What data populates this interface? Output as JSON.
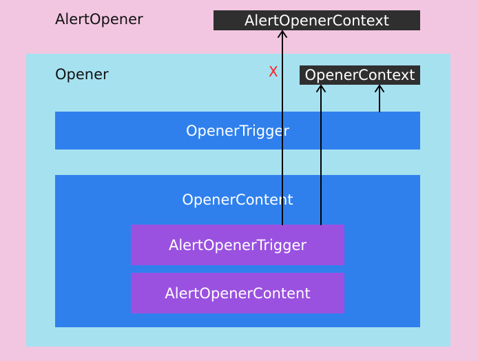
{
  "colors": {
    "background": "#f2c6e0",
    "opener_background": "#a6e1f0",
    "blue": "#2f80ed",
    "purple": "#9b51e0",
    "context_dark": "#2f2f2f",
    "blocked_marker": "#ff2020"
  },
  "alert_opener": {
    "label": "AlertOpener",
    "context_label": "AlertOpenerContext"
  },
  "opener": {
    "label": "Opener",
    "context_label": "OpenerContext",
    "blocked_marker": "X",
    "trigger_label": "OpenerTrigger",
    "content_label": "OpenerContent",
    "alert_trigger_label": "AlertOpenerTrigger",
    "alert_content_label": "AlertOpenerContent"
  }
}
